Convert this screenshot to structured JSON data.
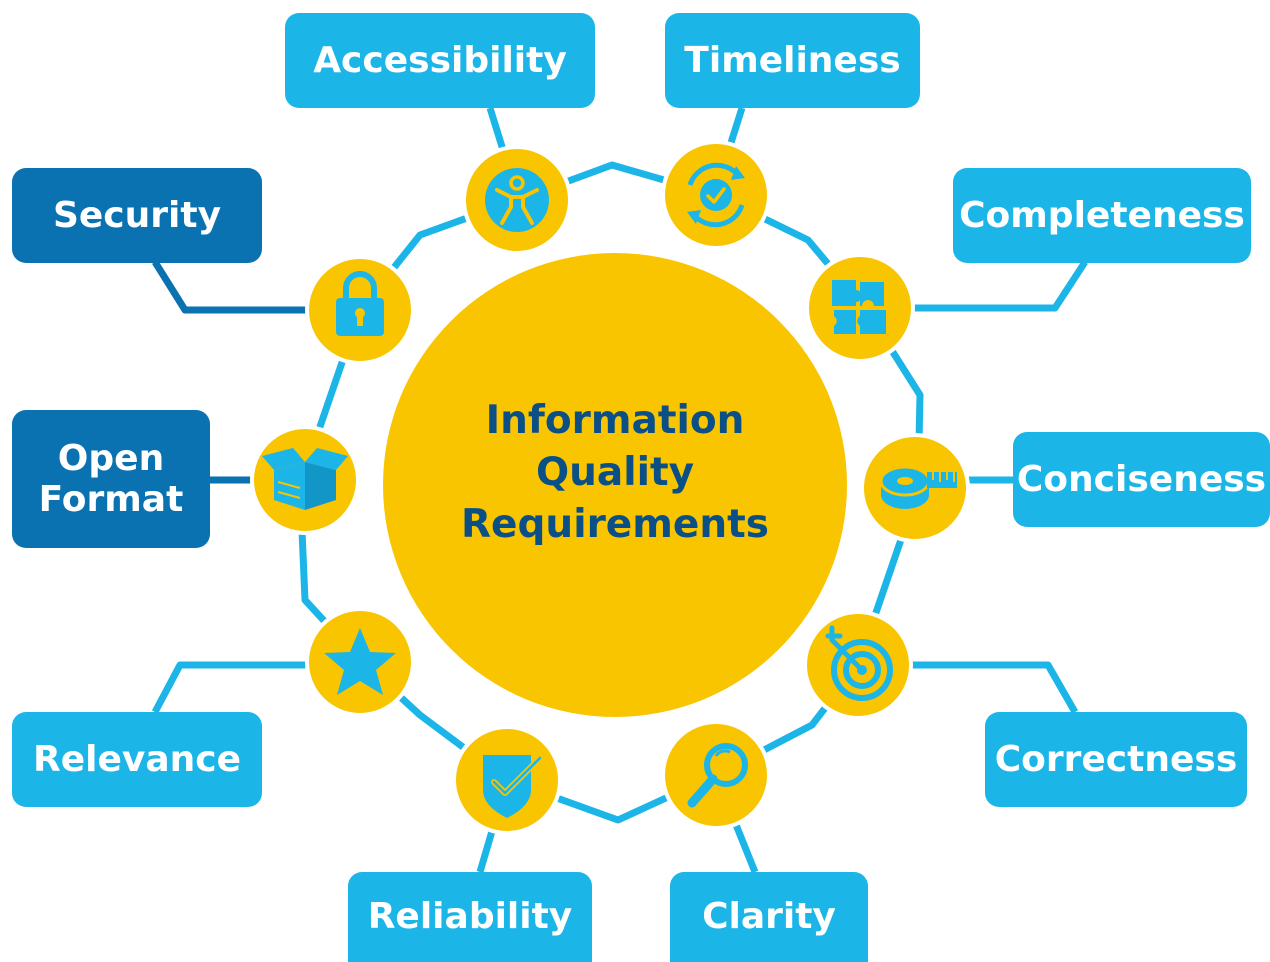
{
  "diagram": {
    "center_title": [
      "Information",
      "Quality",
      "Requirements"
    ],
    "requirements": [
      {
        "label": "Accessibility",
        "icon": "person-icon"
      },
      {
        "label": "Timeliness",
        "icon": "clock-icon"
      },
      {
        "label": "Completeness",
        "icon": "puzzle-icon"
      },
      {
        "label": "Conciseness",
        "icon": "tape-measure-icon"
      },
      {
        "label": "Correctness",
        "icon": "target-icon"
      },
      {
        "label": "Clarity",
        "icon": "magnifier-icon"
      },
      {
        "label": "Reliability",
        "icon": "shield-check-icon"
      },
      {
        "label": "Relevance",
        "icon": "star-icon"
      },
      {
        "label": "Open Format",
        "lines": [
          "Open",
          "Format"
        ],
        "icon": "box-icon"
      },
      {
        "label": "Security",
        "icon": "padlock-icon"
      }
    ]
  },
  "colors": {
    "accent_yellow": "#f9c400",
    "light_blue": "#1cb5e8",
    "dark_blue": "#0a72b0",
    "title_navy": "#0a4f86"
  }
}
